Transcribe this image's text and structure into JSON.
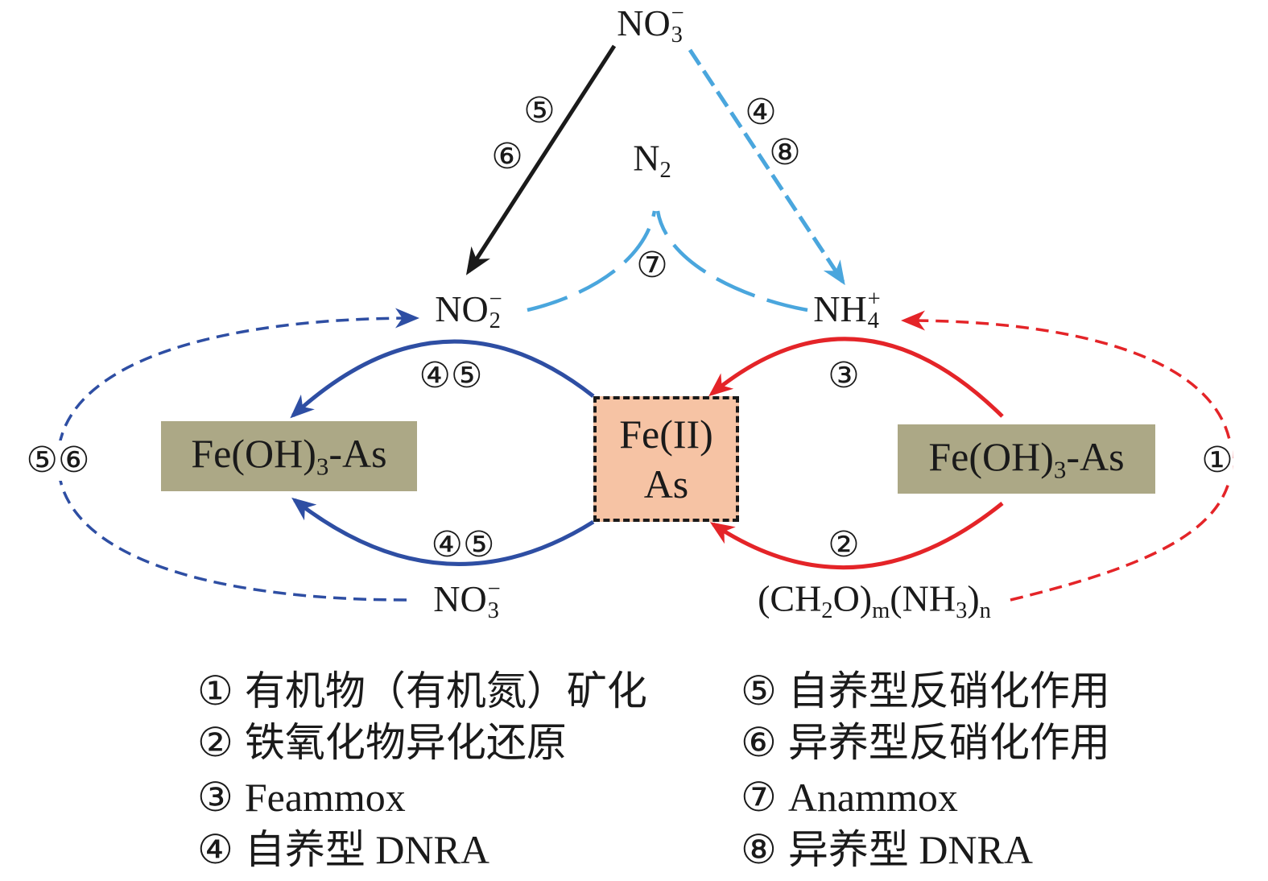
{
  "species": {
    "nitrate_top": {
      "base": "NO",
      "sup": "−",
      "sub": "3"
    },
    "dinitrogen": {
      "base": "N",
      "sub": "2"
    },
    "nitrite": {
      "base": "NO",
      "sup": "−",
      "sub": "2"
    },
    "ammonium": {
      "base": "NH",
      "sup": "+",
      "sub": "4"
    },
    "nitrate_bottom": {
      "base": "NO",
      "sup": "−",
      "sub": "3"
    },
    "organic_matter": {
      "p1": "(CH",
      "s1": "2",
      "p2": "O)",
      "s2": "m",
      "p3": "(NH",
      "s3": "3",
      "p4": ")",
      "s4": "n"
    }
  },
  "boxes": {
    "left": {
      "main": "Fe(OH)",
      "sub": "3",
      "tail": "-As"
    },
    "center": {
      "line1": "Fe(II)",
      "line2": "As"
    },
    "right": {
      "main": "Fe(OH)",
      "sub": "3",
      "tail": "-As"
    }
  },
  "process_labels": {
    "nitrate_to_nitrite": [
      "⑤",
      "⑥"
    ],
    "nitrate_to_ammonium": [
      "④",
      "⑧"
    ],
    "anammox": "⑦",
    "oxidation_upper": "④⑤",
    "oxidation_lower": "④⑤",
    "feammox": "③",
    "iron_reduction": "②",
    "denitrification_loop": "⑤⑥",
    "mineralization_loop": "①"
  },
  "legend": [
    {
      "num": "①",
      "text": "有机物（有机氮）矿化"
    },
    {
      "num": "②",
      "text": "铁氧化物异化还原"
    },
    {
      "num": "③",
      "text": "Feammox"
    },
    {
      "num": "④",
      "text": "自养型 DNRA"
    },
    {
      "num": "⑤",
      "text": "自养型反硝化作用"
    },
    {
      "num": "⑥",
      "text": "异养型反硝化作用"
    },
    {
      "num": "⑦",
      "text": "Anammox"
    },
    {
      "num": "⑧",
      "text": "异养型 DNRA"
    }
  ],
  "colors": {
    "black": "#1a1a1a",
    "light_blue": "#4aa6dd",
    "dark_blue": "#2e4ea3",
    "red": "#e42428",
    "olive_box": "#aca886",
    "center_box": "#f6c3a4"
  }
}
